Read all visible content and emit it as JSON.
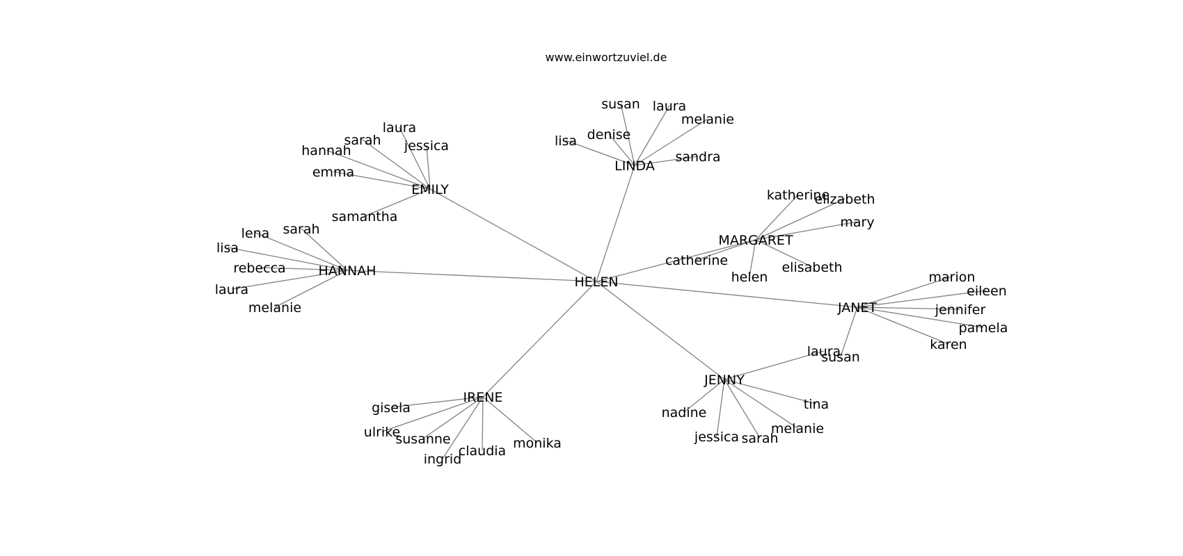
{
  "title": "www.einwortzuviel.de",
  "graph": {
    "root": "HELEN",
    "hubs": [
      {
        "name": "EMILY",
        "children": [
          "laura",
          "sarah",
          "jessica",
          "hannah",
          "emma",
          "samantha"
        ]
      },
      {
        "name": "LINDA",
        "children": [
          "susan",
          "laura",
          "melanie",
          "denise",
          "lisa",
          "sandra"
        ]
      },
      {
        "name": "MARGARET",
        "children": [
          "katherine",
          "elizabeth",
          "mary",
          "catherine",
          "elisabeth",
          "helen"
        ]
      },
      {
        "name": "HANNAH",
        "children": [
          "lena",
          "sarah",
          "lisa",
          "rebecca",
          "laura",
          "melanie"
        ]
      },
      {
        "name": "JANET",
        "children": [
          "marion",
          "eileen",
          "jennifer",
          "pamela",
          "karen",
          "susan"
        ]
      },
      {
        "name": "JENNY",
        "children": [
          "laura",
          "tina",
          "nadine",
          "melanie",
          "jessica",
          "sarah"
        ]
      },
      {
        "name": "IRENE",
        "children": [
          "gisela",
          "ulrike",
          "susanne",
          "claudia",
          "ingrid",
          "monika"
        ]
      }
    ]
  }
}
